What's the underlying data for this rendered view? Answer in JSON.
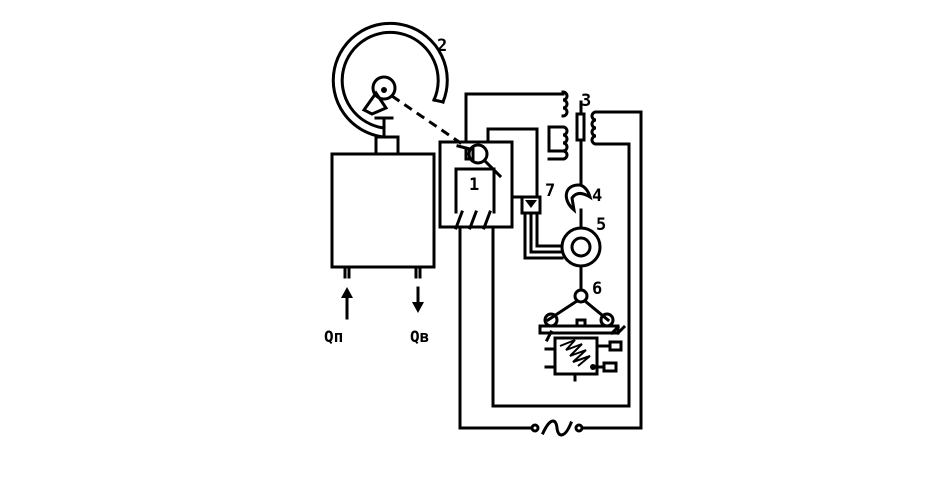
{
  "labels": {
    "n1": "1",
    "n2": "2",
    "n3": "3",
    "n4": "4",
    "n5": "5",
    "n6": "6",
    "n7": "7",
    "qp": "Qп",
    "qv": "Qв"
  },
  "colors": {
    "ink": "#000000",
    "paper": "#ffffff"
  },
  "icons": {
    "ac_source": "tilde-ac-source-icon"
  }
}
